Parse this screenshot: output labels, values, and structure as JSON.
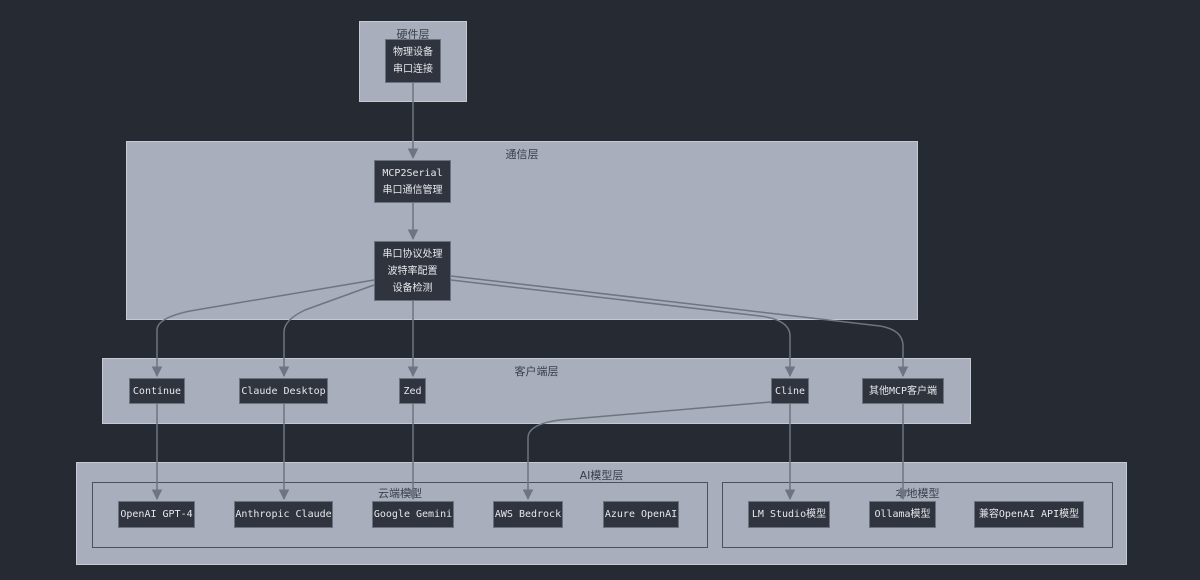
{
  "layers": {
    "hardware": {
      "title": "硬件层"
    },
    "comm": {
      "title": "通信层"
    },
    "client": {
      "title": "客户端层"
    },
    "ai": {
      "title": "AI模型层",
      "cloud_title": "云端模型",
      "local_title": "本地模型"
    }
  },
  "nodes": {
    "device": {
      "lines": [
        "物理设备",
        "串口连接"
      ]
    },
    "mcp2serial": {
      "lines": [
        "MCP2Serial",
        "串口通信管理"
      ]
    },
    "protocol": {
      "lines": [
        "串口协议处理",
        "波特率配置",
        "设备检测"
      ]
    },
    "continue": {
      "lines": [
        "Continue"
      ]
    },
    "claude_desktop": {
      "lines": [
        "Claude Desktop"
      ]
    },
    "zed": {
      "lines": [
        "Zed"
      ]
    },
    "cline": {
      "lines": [
        "Cline"
      ]
    },
    "other_mcp": {
      "lines": [
        "其他MCP客户端"
      ]
    },
    "gpt4": {
      "lines": [
        "OpenAI GPT-4"
      ]
    },
    "claude": {
      "lines": [
        "Anthropic Claude"
      ]
    },
    "gemini": {
      "lines": [
        "Google Gemini"
      ]
    },
    "bedrock": {
      "lines": [
        "AWS Bedrock"
      ]
    },
    "azure": {
      "lines": [
        "Azure OpenAI"
      ]
    },
    "lmstudio": {
      "lines": [
        "LM Studio模型"
      ]
    },
    "ollama": {
      "lines": [
        "Ollama模型"
      ]
    },
    "compat": {
      "lines": [
        "兼容OpenAI API模型"
      ]
    }
  },
  "edges": [
    {
      "from": "device",
      "to": "mcp2serial"
    },
    {
      "from": "mcp2serial",
      "to": "protocol"
    },
    {
      "from": "protocol",
      "to": "continue"
    },
    {
      "from": "protocol",
      "to": "claude_desktop"
    },
    {
      "from": "protocol",
      "to": "zed"
    },
    {
      "from": "protocol",
      "to": "cline"
    },
    {
      "from": "protocol",
      "to": "other_mcp"
    },
    {
      "from": "continue",
      "to": "gpt4"
    },
    {
      "from": "claude_desktop",
      "to": "claude"
    },
    {
      "from": "zed",
      "to": "gemini"
    },
    {
      "from": "cline",
      "to": "bedrock"
    },
    {
      "from": "cline",
      "to": "lmstudio"
    },
    {
      "from": "other_mcp",
      "to": "ollama"
    }
  ],
  "colors": {
    "edge": "#6e7480",
    "node_bg": "#30343e",
    "layer_bg": "#a8aebb",
    "background": "#262a33"
  }
}
